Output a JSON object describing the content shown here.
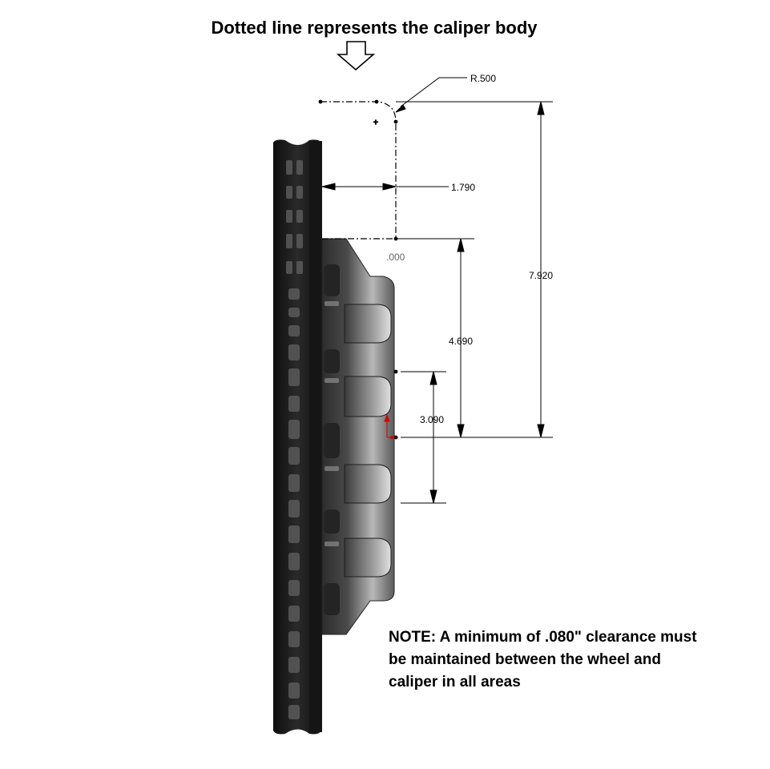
{
  "header": {
    "title": "Dotted line represents the caliper body",
    "arrow_icon": "down-arrow-outline-icon"
  },
  "dimensions": {
    "radius": "R.500",
    "offset": "1.790",
    "zero": ".000",
    "overall_height": "7.920",
    "mid_height": "4.690",
    "lower_height": "3.090"
  },
  "note": {
    "lines": [
      "NOTE:  A minimum of .080\" clearance must",
      "be maintained between the wheel and",
      "caliper in all areas"
    ]
  },
  "colors": {
    "wheel": "#1c1c1c",
    "caliper_body": "#3a3a3a",
    "caliper_highlight": "#d9d9d9",
    "dimension_lines": "#000000",
    "marker": "#d40000"
  }
}
